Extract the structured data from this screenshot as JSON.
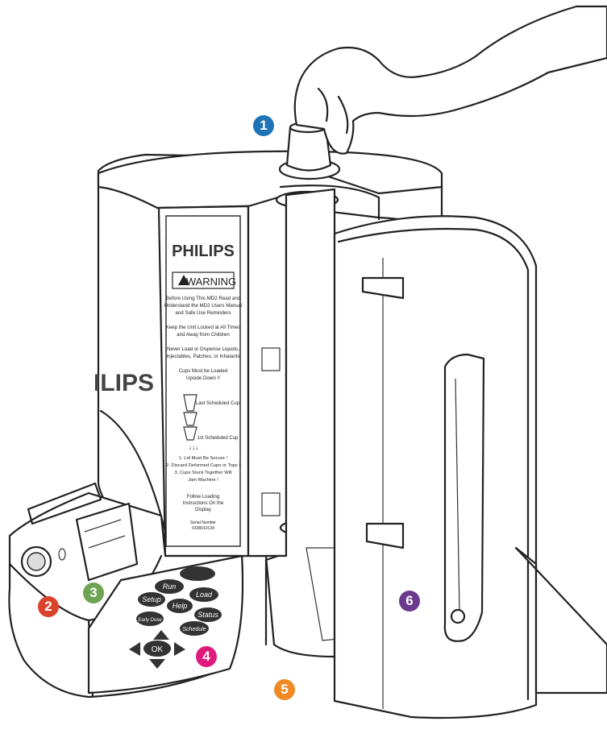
{
  "label_text": {
    "brand": "PHILIPS",
    "brand_side": "ILIPS",
    "warning": "WARNING",
    "warning_lines": [
      "Before Using This MD2 Read and",
      "Understand the MD2 Users Manual",
      "and Safe Use Reminders",
      "",
      "Keep the Unit Locked at All Times",
      "and Away from Children",
      "",
      "Never Load or Dispense Liquids,",
      "Injectables, Patches, or Inhalants",
      "",
      "Cups Must be Loaded",
      "Upside Down !!"
    ],
    "cup_last": "Last Scheduled Cup",
    "cup_first": "1st Scheduled Cup",
    "rules": [
      "1.  Lid Must Be Secure !",
      "2.  Discard Deformed Cups or Tops !",
      "3.  Cups Stuck Together Will",
      "Jam Machine !"
    ],
    "follow": [
      "Follow Loading",
      "Instructions On the",
      "Display"
    ],
    "serial": [
      "Serial Number",
      "0338010134"
    ]
  },
  "keypad": {
    "run": "Run",
    "load": "Load",
    "setup": "Setup",
    "help": "Help",
    "status": "Status",
    "early_dose": "Early Dose",
    "schedule": "Schedule",
    "ok": "OK"
  },
  "callouts": [
    {
      "id": "1",
      "color": "#1f73b7"
    },
    {
      "id": "2",
      "color": "#d9432c"
    },
    {
      "id": "3",
      "color": "#6ea354"
    },
    {
      "id": "4",
      "color": "#e0197d"
    },
    {
      "id": "5",
      "color": "#f08a24"
    },
    {
      "id": "6",
      "color": "#6b3a8f"
    }
  ],
  "colors": {
    "chute": "#9a9a9a",
    "line": "#222222"
  }
}
